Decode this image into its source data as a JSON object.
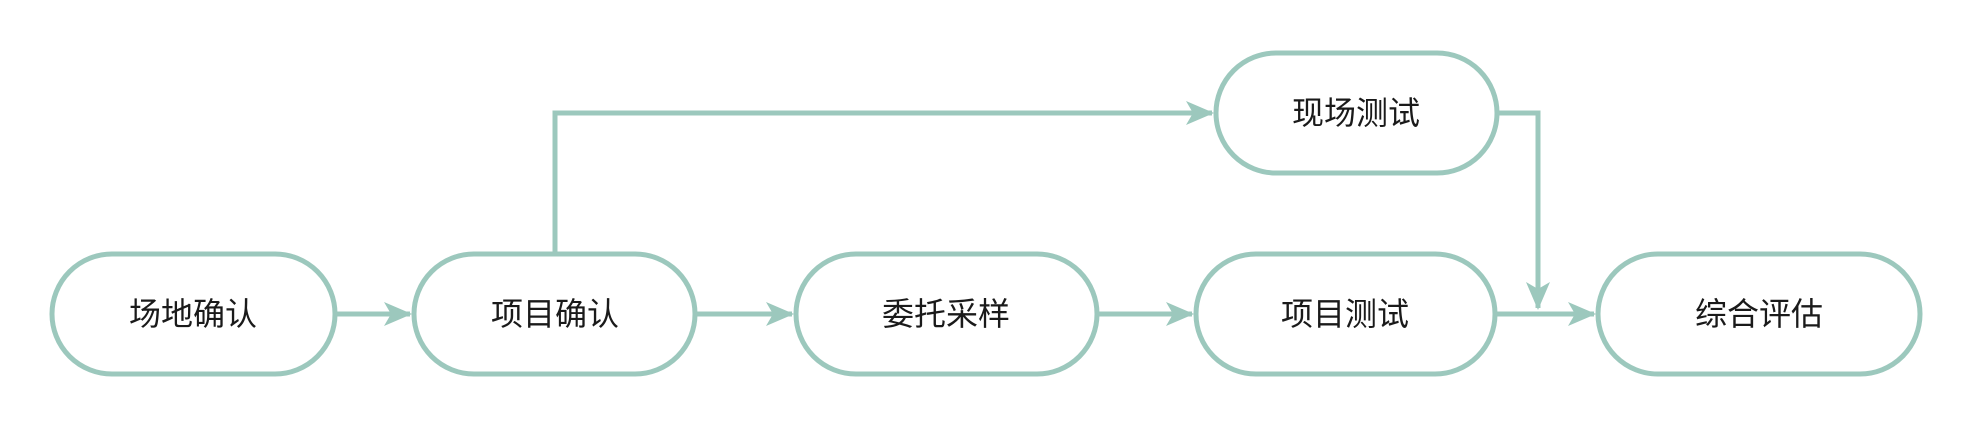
{
  "colors": {
    "stroke": "#9cc8bd",
    "text": "#1a1a1a",
    "background": "#ffffff"
  },
  "nodes": [
    {
      "id": "site_confirm",
      "label": "场地确认"
    },
    {
      "id": "project_confirm",
      "label": "项目确认"
    },
    {
      "id": "entrusted_sampling",
      "label": "委托采样"
    },
    {
      "id": "project_test",
      "label": "项目测试"
    },
    {
      "id": "field_test",
      "label": "现场测试"
    },
    {
      "id": "comprehensive_eval",
      "label": "综合评估"
    }
  ],
  "edges": [
    {
      "from": "site_confirm",
      "to": "project_confirm"
    },
    {
      "from": "project_confirm",
      "to": "entrusted_sampling"
    },
    {
      "from": "entrusted_sampling",
      "to": "project_test"
    },
    {
      "from": "project_test",
      "to": "comprehensive_eval"
    },
    {
      "from": "project_confirm",
      "to": "field_test"
    },
    {
      "from": "field_test",
      "to": "comprehensive_eval"
    }
  ]
}
